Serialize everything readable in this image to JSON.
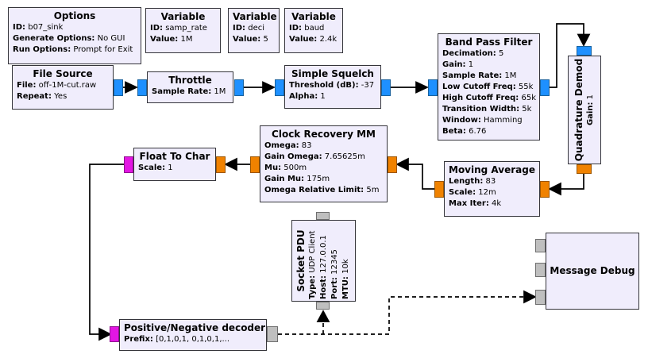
{
  "colors": {
    "port_complex": "#1E90FF",
    "port_float": "#F08200",
    "port_byte": "#E316E3",
    "port_message": "#BFBFBF",
    "block_fill": "#F0EDFC",
    "block_border": "#35353B",
    "wire": "#000000",
    "canvas_background": "#FFFFFF"
  },
  "blocks": {
    "options": {
      "title": "Options",
      "params": [
        {
          "label": "ID:",
          "value": "b07_sink"
        },
        {
          "label": "Generate Options:",
          "value": "No GUI"
        },
        {
          "label": "Run Options:",
          "value": "Prompt for Exit"
        }
      ]
    },
    "var_samp_rate": {
      "title": "Variable",
      "params": [
        {
          "label": "ID:",
          "value": "samp_rate"
        },
        {
          "label": "Value:",
          "value": "1M"
        }
      ]
    },
    "var_deci": {
      "title": "Variable",
      "params": [
        {
          "label": "ID:",
          "value": "deci"
        },
        {
          "label": "Value:",
          "value": "5"
        }
      ]
    },
    "var_baud": {
      "title": "Variable",
      "params": [
        {
          "label": "ID:",
          "value": "baud"
        },
        {
          "label": "Value:",
          "value": "2.4k"
        }
      ]
    },
    "file_source": {
      "title": "File Source",
      "params": [
        {
          "label": "File:",
          "value": "off-1M-cut.raw"
        },
        {
          "label": "Repeat:",
          "value": "Yes"
        }
      ]
    },
    "throttle": {
      "title": "Throttle",
      "params": [
        {
          "label": "Sample Rate:",
          "value": "1M"
        }
      ]
    },
    "simple_squelch": {
      "title": "Simple Squelch",
      "params": [
        {
          "label": "Threshold (dB):",
          "value": "-37"
        },
        {
          "label": "Alpha:",
          "value": "1"
        }
      ]
    },
    "band_pass_filter": {
      "title": "Band Pass Filter",
      "params": [
        {
          "label": "Decimation:",
          "value": "5"
        },
        {
          "label": "Gain:",
          "value": "1"
        },
        {
          "label": "Sample Rate:",
          "value": "1M"
        },
        {
          "label": "Low Cutoff Freq:",
          "value": "55k"
        },
        {
          "label": "High Cutoff Freq:",
          "value": "65k"
        },
        {
          "label": "Transition Width:",
          "value": "5k"
        },
        {
          "label": "Window:",
          "value": "Hamming"
        },
        {
          "label": "Beta:",
          "value": "6.76"
        }
      ]
    },
    "quadrature_demod": {
      "title": "Quadrature Demod",
      "params": [
        {
          "label": "Gain:",
          "value": "1"
        }
      ]
    },
    "moving_average": {
      "title": "Moving Average",
      "params": [
        {
          "label": "Length:",
          "value": "83"
        },
        {
          "label": "Scale:",
          "value": "12m"
        },
        {
          "label": "Max Iter:",
          "value": "4k"
        }
      ]
    },
    "clock_recovery_mm": {
      "title": "Clock Recovery MM",
      "params": [
        {
          "label": "Omega:",
          "value": "83"
        },
        {
          "label": "Gain Omega:",
          "value": "7.65625m"
        },
        {
          "label": "Mu:",
          "value": "500m"
        },
        {
          "label": "Gain Mu:",
          "value": "175m"
        },
        {
          "label": "Omega Relative Limit:",
          "value": "5m"
        }
      ]
    },
    "float_to_char": {
      "title": "Float To Char",
      "params": [
        {
          "label": "Scale:",
          "value": "1"
        }
      ]
    },
    "socket_pdu": {
      "title": "Socket PDU",
      "params": [
        {
          "label": "Type:",
          "value": "UDP Client"
        },
        {
          "label": "Host:",
          "value": "127.0.0.1"
        },
        {
          "label": "Port:",
          "value": "12345"
        },
        {
          "label": "MTU:",
          "value": "10k"
        }
      ]
    },
    "pn_decoder": {
      "title": "Positive/Negative decoder",
      "params": [
        {
          "label": "Prefix:",
          "value": "[0,1,0,1, 0,1,0,1,..."
        }
      ]
    },
    "message_debug": {
      "title": "Message Debug",
      "params": []
    }
  }
}
